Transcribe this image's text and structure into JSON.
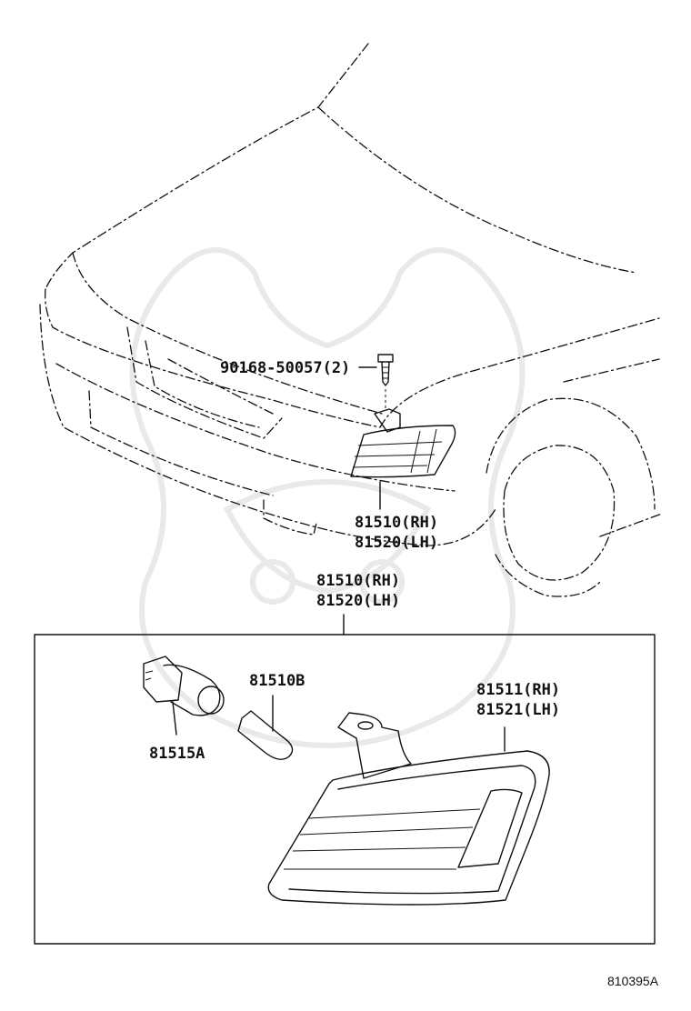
{
  "labels": {
    "screw": "90168-50057(2)",
    "lamp_top_rh": "81510(RH)",
    "lamp_top_lh": "81520(LH)",
    "lamp_box_rh": "81510(RH)",
    "lamp_box_lh": "81520(LH)",
    "socket": "81515A",
    "bulb": "81510B",
    "lens_rh": "81511(RH)",
    "lens_lh": "81521(LH)"
  },
  "caption": "810395A"
}
